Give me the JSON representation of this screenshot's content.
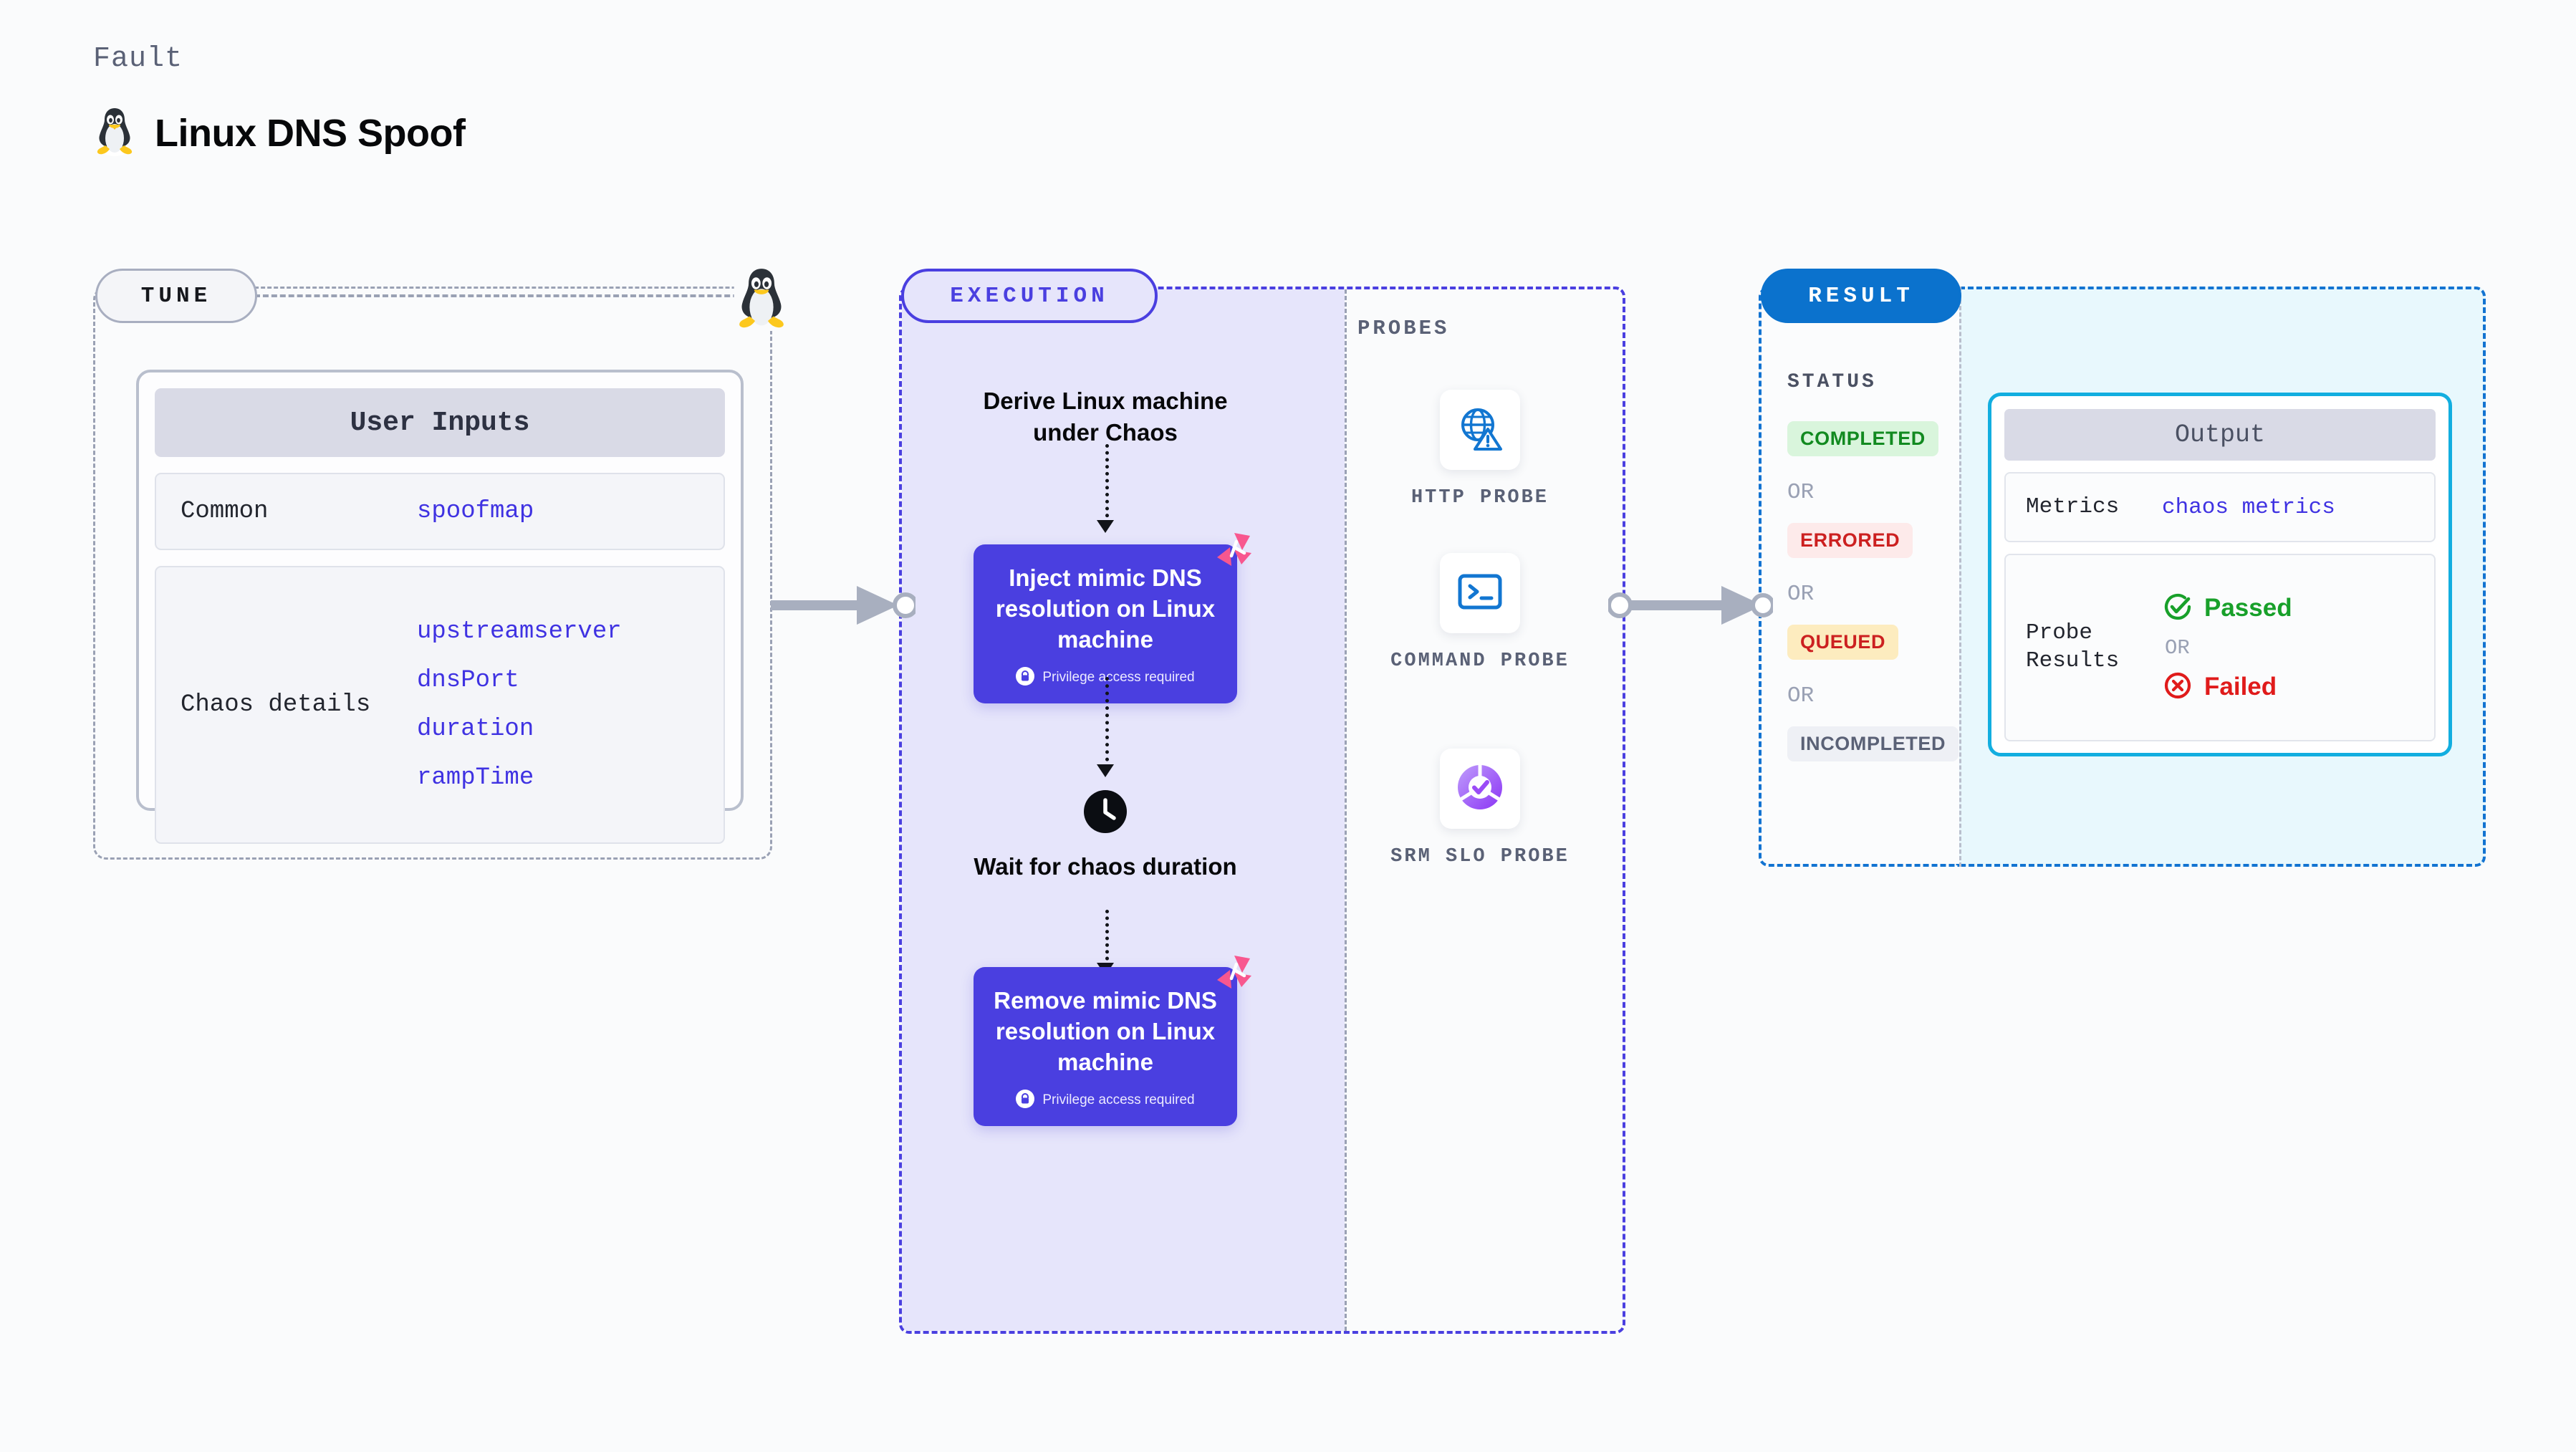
{
  "header": {
    "eyebrow": "Fault",
    "title": "Linux DNS Spoof",
    "icon": "tux-penguin-icon"
  },
  "tune": {
    "pill_label": "TUNE",
    "card_title": "User Inputs",
    "rows": [
      {
        "key": "Common",
        "values": [
          "spoofmap"
        ]
      },
      {
        "key": "Chaos details",
        "values": [
          "upstreamserver",
          "dnsPort",
          "duration",
          "rampTime"
        ]
      }
    ]
  },
  "execution": {
    "pill_label": "EXECUTION",
    "steps": [
      {
        "type": "text",
        "label": "Derive Linux machine under Chaos"
      },
      {
        "type": "chaos",
        "label": "Inject mimic DNS resolution on Linux machine",
        "note": "Privilege access required"
      },
      {
        "type": "wait",
        "label": "Wait for chaos duration",
        "icon": "clock-icon"
      },
      {
        "type": "chaos",
        "label": "Remove mimic DNS resolution on Linux machine",
        "note": "Privilege access required"
      }
    ]
  },
  "probes": {
    "section_label": "PROBES",
    "items": [
      {
        "label": "HTTP PROBE",
        "icon": "globe-warning-icon"
      },
      {
        "label": "COMMAND PROBE",
        "icon": "terminal-prompt-icon"
      },
      {
        "label": "SRM SLO PROBE",
        "icon": "donut-check-icon"
      }
    ]
  },
  "result": {
    "pill_label": "RESULT",
    "status_label": "STATUS",
    "or_label": "OR",
    "statuses": [
      {
        "label": "COMPLETED",
        "bg": "#d9f5dc",
        "fg": "#128a20"
      },
      {
        "label": "ERRORED",
        "bg": "#fdeaea",
        "fg": "#cc2020"
      },
      {
        "label": "QUEUED",
        "bg": "#fdecbf",
        "fg": "#cc2020"
      },
      {
        "label": "INCOMPLETED",
        "bg": "#eef0f5",
        "fg": "#5a6176"
      }
    ],
    "output": {
      "title": "Output",
      "metrics_key": "Metrics",
      "metrics_value": "chaos metrics",
      "probe_key": "Probe Results",
      "passed_label": "Passed",
      "failed_label": "Failed",
      "or_label": "OR",
      "passed_color": "#18a02a",
      "failed_color": "#e01b1b"
    }
  },
  "colors": {
    "accent_purple": "#4a3fe0",
    "accent_blue": "#0b72cd",
    "accent_cyan": "#12aee0",
    "litmus_pink": "#f8578f"
  }
}
